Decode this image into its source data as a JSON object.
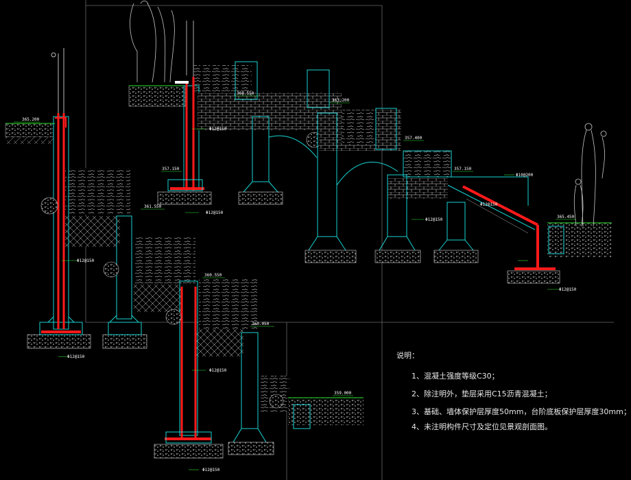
{
  "drawing": {
    "colors": {
      "background": "#000000",
      "concrete_outline": "#17d5d5",
      "rebar": "#ff1a1a",
      "frame": "#6b6b6b",
      "hatch": "#d8d8d8",
      "level_marker": "#2ee82e",
      "text": "#ffffff"
    },
    "levels": [
      "365.200",
      "360.550",
      "363.200",
      "357.400",
      "357.150",
      "357.150",
      "361.550",
      "360.550",
      "365.450",
      "360.050",
      "359.000"
    ],
    "rebar_callouts": [
      "Φ12@150",
      "Φ12@150",
      "Φ12@150",
      "Φ12@150",
      "Φ12@150",
      "Φ12@150",
      "Φ12@150",
      "Φ12@150",
      "Φ10@200",
      "Φ12@150"
    ]
  },
  "notes": {
    "title": "说明：",
    "items": [
      "1、混凝土强度等级C30；",
      "2、除注明外，垫层采用C15沥青混凝土；",
      "3、基础、墙体保护层厚度50mm，台阶底板保护层厚度30mm；",
      "4、未注明构件尺寸及定位见景观剖面图。"
    ]
  }
}
